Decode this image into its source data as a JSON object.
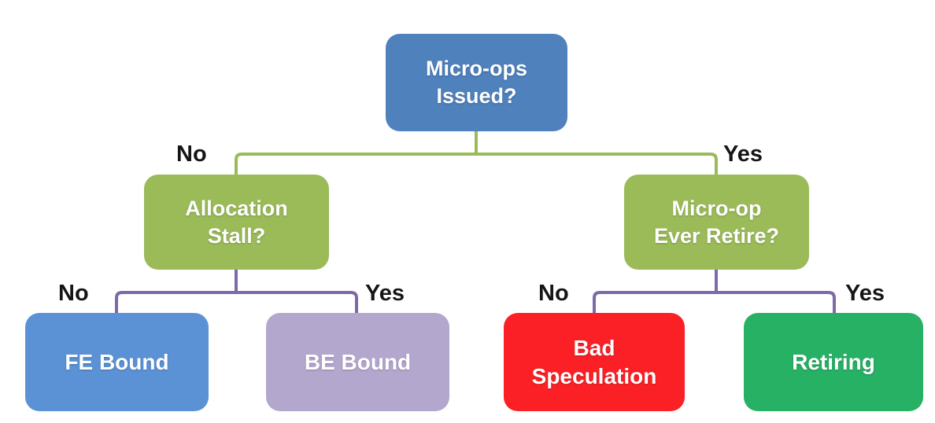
{
  "diagram": {
    "type": "decision-tree",
    "background": "#ffffff",
    "nodes": {
      "root": {
        "label": "Micro-ops Issued?",
        "bg": "#4f81bd",
        "text_color": "#ffffff"
      },
      "alloc": {
        "label": "Allocation Stall?",
        "bg": "#9bbb59",
        "text_color": "#ffffff"
      },
      "retq": {
        "label": "Micro-op Ever Retire?",
        "bg": "#9bbb59",
        "text_color": "#ffffff"
      },
      "fe": {
        "label": "FE Bound",
        "bg": "#5b92d5",
        "text_color": "#ffffff"
      },
      "be": {
        "label": "BE Bound",
        "bg": "#b4a7ce",
        "text_color": "#ffffff"
      },
      "bad": {
        "label": "Bad Speculation",
        "bg": "#fb2026",
        "text_color": "#ffffff"
      },
      "ret": {
        "label": "Retiring",
        "bg": "#27b164",
        "text_color": "#ffffff"
      }
    },
    "edges": [
      {
        "from": "root",
        "to": "alloc",
        "label": "No"
      },
      {
        "from": "root",
        "to": "retq",
        "label": "Yes"
      },
      {
        "from": "alloc",
        "to": "fe",
        "label": "No"
      },
      {
        "from": "alloc",
        "to": "be",
        "label": "Yes"
      },
      {
        "from": "retq",
        "to": "bad",
        "label": "No"
      },
      {
        "from": "retq",
        "to": "ret",
        "label": "Yes"
      }
    ],
    "connector_colors": {
      "level1": "#9bbb59",
      "level2": "#7d6aa8"
    }
  }
}
